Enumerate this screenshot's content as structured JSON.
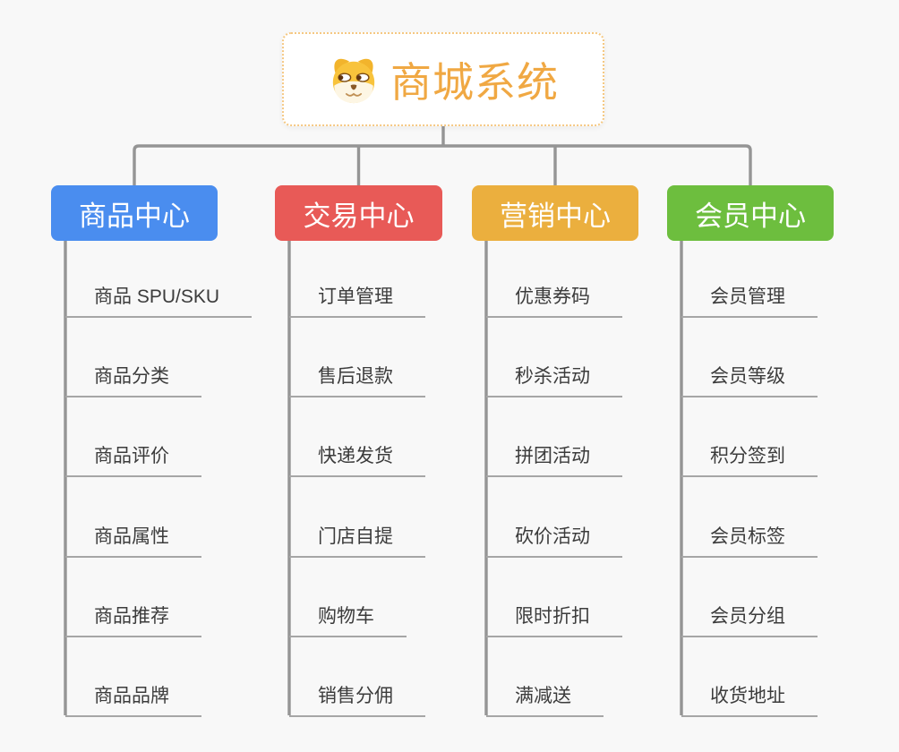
{
  "root": {
    "label": "商城系统",
    "icon": "dog-icon",
    "text_color": "#f0a843",
    "border_color": "#f5c882"
  },
  "branches": [
    {
      "label": "商品中心",
      "color": "#4a8def",
      "children": [
        "商品 SPU/SKU",
        "商品分类",
        "商品评价",
        "商品属性",
        "商品推荐",
        "商品品牌"
      ]
    },
    {
      "label": "交易中心",
      "color": "#e85a57",
      "children": [
        "订单管理",
        "售后退款",
        "快递发货",
        "门店自提",
        "购物车",
        "销售分佣"
      ]
    },
    {
      "label": "营销中心",
      "color": "#ebaf3e",
      "children": [
        "优惠券码",
        "秒杀活动",
        "拼团活动",
        "砍价活动",
        "限时折扣",
        "满减送"
      ]
    },
    {
      "label": "会员中心",
      "color": "#6dbe3e",
      "children": [
        "会员管理",
        "会员等级",
        "积分签到",
        "会员标签",
        "会员分组",
        "收货地址"
      ]
    }
  ],
  "colors": {
    "connector": "#959595",
    "underline": "#a6a6a6",
    "child_text": "#3c3c3c",
    "background": "#f8f8f8",
    "header_text": "#ffffff"
  }
}
